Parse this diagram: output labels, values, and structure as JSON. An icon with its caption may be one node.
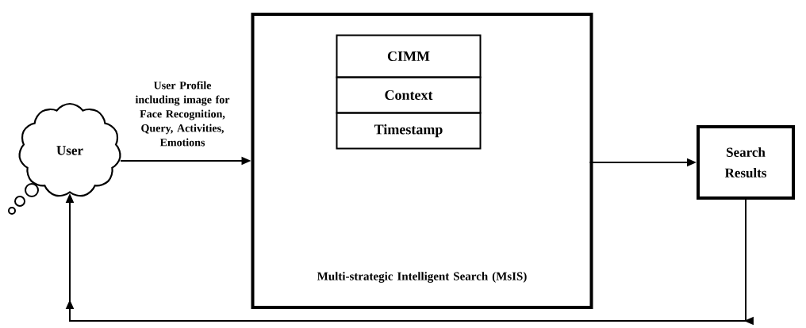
{
  "diagram": {
    "nodes": [
      {
        "text": [
          "User"
        ]
      },
      {
        "text": [
          "Multi-strategic Intelligent Search (MsIS)"
        ]
      },
      {
        "text": [
          "CIMM"
        ],
        "in": 1
      },
      {
        "text": [
          "Context"
        ],
        "in": 1
      },
      {
        "text": [
          "Timestamp"
        ],
        "in": 1
      },
      {
        "text": [
          "Search Results"
        ]
      }
    ],
    "edges": [
      {
        "from": 0,
        "to": 1,
        "arrow": "to",
        "label": "User Profile including image for Face Recognition, Query, Activities, Emotions"
      },
      {
        "from": 1,
        "to": 5,
        "arrow": "to"
      },
      {
        "from": 5,
        "to": 0,
        "arrow": "to"
      }
    ]
  }
}
